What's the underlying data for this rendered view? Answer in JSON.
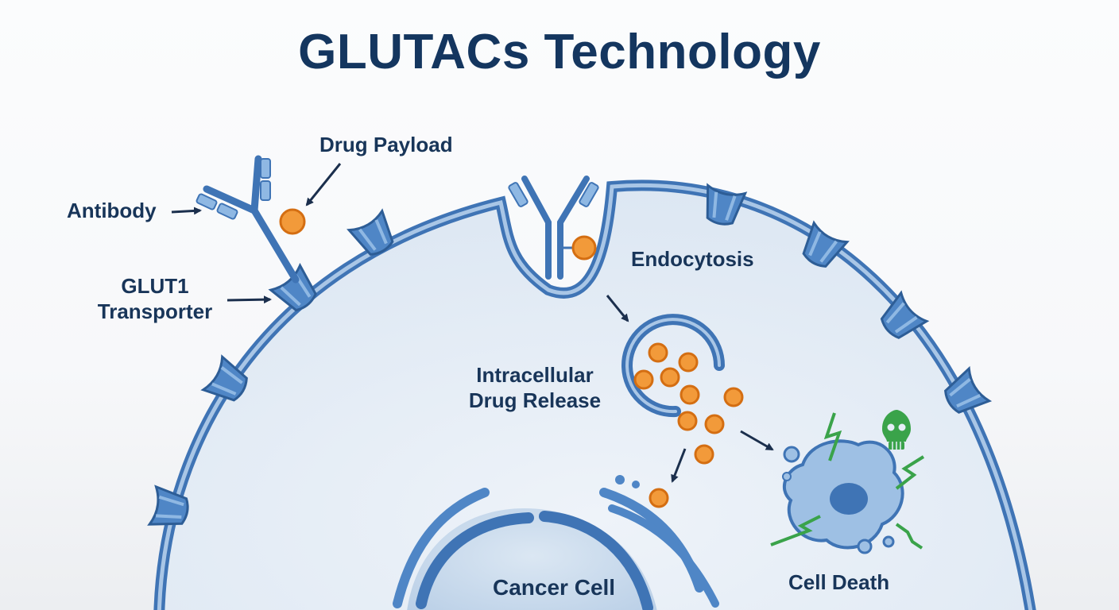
{
  "title": "GLUTACs Technology",
  "labels": {
    "drug_payload": "Drug Payload",
    "antibody": "Antibody",
    "glut1_line1": "GLUT1",
    "glut1_line2": "Transporter",
    "endocytosis": "Endocytosis",
    "release_line1": "Intracellular",
    "release_line2": "Drug Release",
    "cancer_cell": "Cancer Cell",
    "cell_death": "Cell Death"
  },
  "colors": {
    "title": "#14365f",
    "membrane": "#3f74b5",
    "protein": "#4f86c6",
    "protein_light": "#8fb8e3",
    "cytoplasm": "#e6eef7",
    "drug": "#f29a3a",
    "drug_stroke": "#d46e12",
    "death_accent": "#3aa34a",
    "arrow": "#1b2f4d"
  },
  "icons": [
    "skull-icon",
    "lightning-icon"
  ]
}
